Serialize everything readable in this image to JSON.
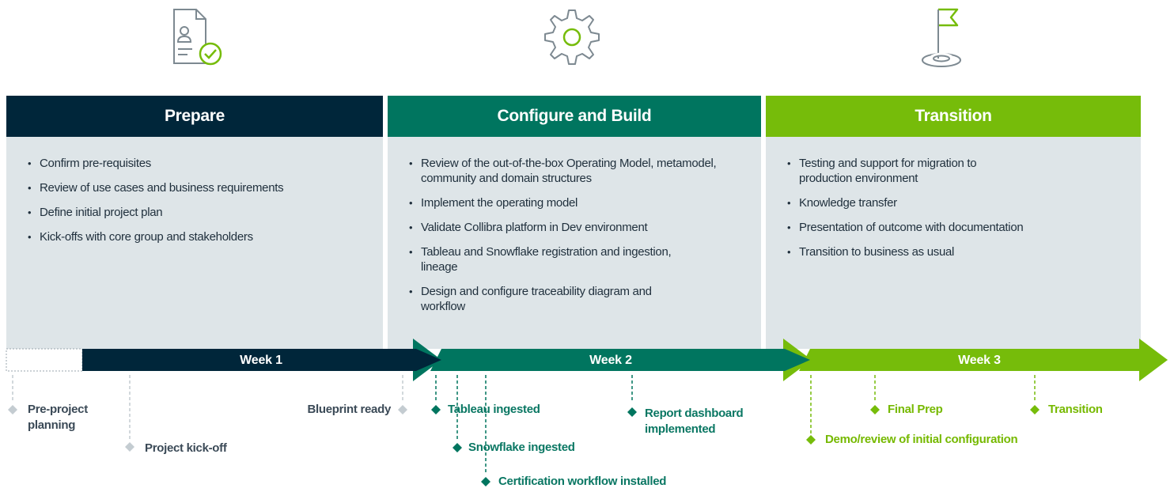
{
  "phases": [
    {
      "title": "Prepare",
      "icon": "document-check-icon",
      "color": "#00263a",
      "items": [
        "Confirm pre-requisites",
        "Review of use cases and business requirements",
        "Define initial project plan",
        "Kick-offs with core group and stakeholders"
      ]
    },
    {
      "title": "Configure and Build",
      "icon": "gear-icon",
      "color": "#00755f",
      "items": [
        "Review of the out-of-the-box Operating Model, metamodel, community and domain structures",
        "Implement the operating model",
        "Validate Collibra platform in Dev environment",
        "Tableau and Snowflake registration and ingestion, lineage",
        "Design and configure traceability diagram and workflow"
      ]
    },
    {
      "title": "Transition",
      "icon": "flag-icon",
      "color": "#76bc0a",
      "items": [
        "Testing and support for migration to production environment",
        "Knowledge transfer",
        "Presentation of outcome with documentation",
        "Transition to business as usual"
      ]
    }
  ],
  "weeks": [
    "Week 1",
    "Week 2",
    "Week 3"
  ],
  "colors": {
    "navy": "#00263a",
    "teal": "#00755f",
    "green": "#76bc0a",
    "panel": "#dee5e8",
    "milestone_gray": "#c4ccd1"
  },
  "milestones": {
    "pre_project": "Pre-project planning",
    "kickoff": "Project kick-off",
    "blueprint": "Blueprint ready",
    "tableau": "Tableau ingested",
    "snowflake": "Snowflake ingested",
    "certification": "Certification workflow installed",
    "report": "Report dashboard implemented",
    "demo": "Demo/review of initial configuration",
    "final_prep": "Final Prep",
    "transition": "Transition"
  }
}
